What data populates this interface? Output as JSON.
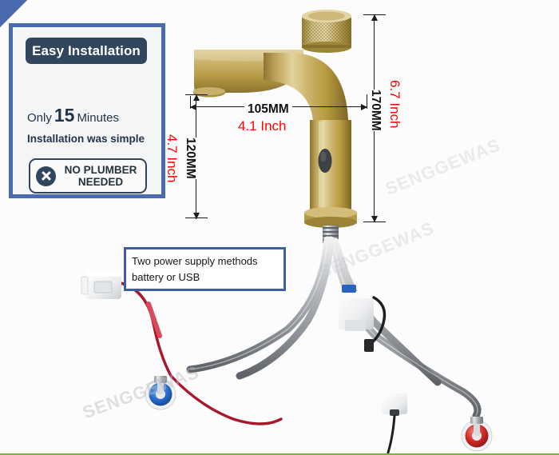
{
  "image": {
    "subject": "Touchless sensor bathroom faucet, brushed gold finish, with installation hoses, battery pack and USB power adapter",
    "watermark_text": "SENGGEWAS",
    "background_color": "#fcfcfc",
    "accent_blue": "#4a6bb0",
    "dark_navy": "#31465c",
    "dimension_red": "#ff0000",
    "bottom_rule_color": "#7cb342"
  },
  "promo_panel": {
    "title": "Easy Installation",
    "time_prefix": "Only",
    "time_value": "15",
    "time_unit": "Minutes",
    "subtitle": "Installation was simple",
    "badge_line1": "NO PLUMBER",
    "badge_line2": "NEEDED",
    "badge_icon": "x-circle-icon"
  },
  "callout": {
    "line1": "Two power supply methods",
    "line2": "battery or USB"
  },
  "dimensions": {
    "spout_reach": {
      "mm": "105MM",
      "inch": "4.1 Inch"
    },
    "spout_height": {
      "mm": "120MM",
      "inch": "4.7 Inch"
    },
    "overall_height": {
      "mm": "170MM",
      "inch": "6.7 Inch"
    }
  },
  "parts": {
    "hot_label_color": "#d32a2a",
    "cold_label_color": "#2a6fd0",
    "faucet_finish": "#c8ae63"
  }
}
